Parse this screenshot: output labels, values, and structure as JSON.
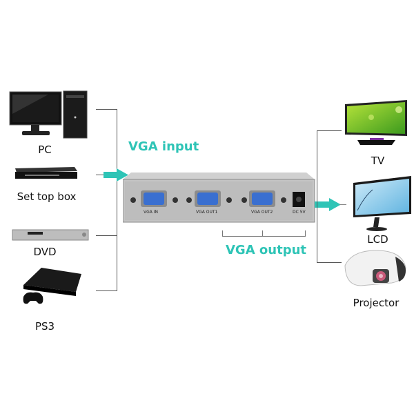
{
  "inputs": [
    {
      "label": "PC",
      "icon": "pc-icon"
    },
    {
      "label": "Set top box",
      "icon": "set-top-box-icon"
    },
    {
      "label": "DVD",
      "icon": "dvd-player-icon"
    },
    {
      "label": "PS3",
      "icon": "ps3-console-icon"
    }
  ],
  "outputs": [
    {
      "label": "TV",
      "icon": "tv-icon"
    },
    {
      "label": "LCD",
      "icon": "lcd-monitor-icon"
    },
    {
      "label": "Projector",
      "icon": "projector-icon"
    }
  ],
  "splitter": {
    "ports": [
      "VGA IN",
      "VGA OUT1",
      "VGA OUT2",
      "DC 5V"
    ]
  },
  "annotations": {
    "input": "VGA input",
    "output": "VGA output"
  },
  "colors": {
    "accent": "#2ec4b6",
    "port_blue": "#3a6fd0",
    "device_gray": "#b8b8b8"
  }
}
